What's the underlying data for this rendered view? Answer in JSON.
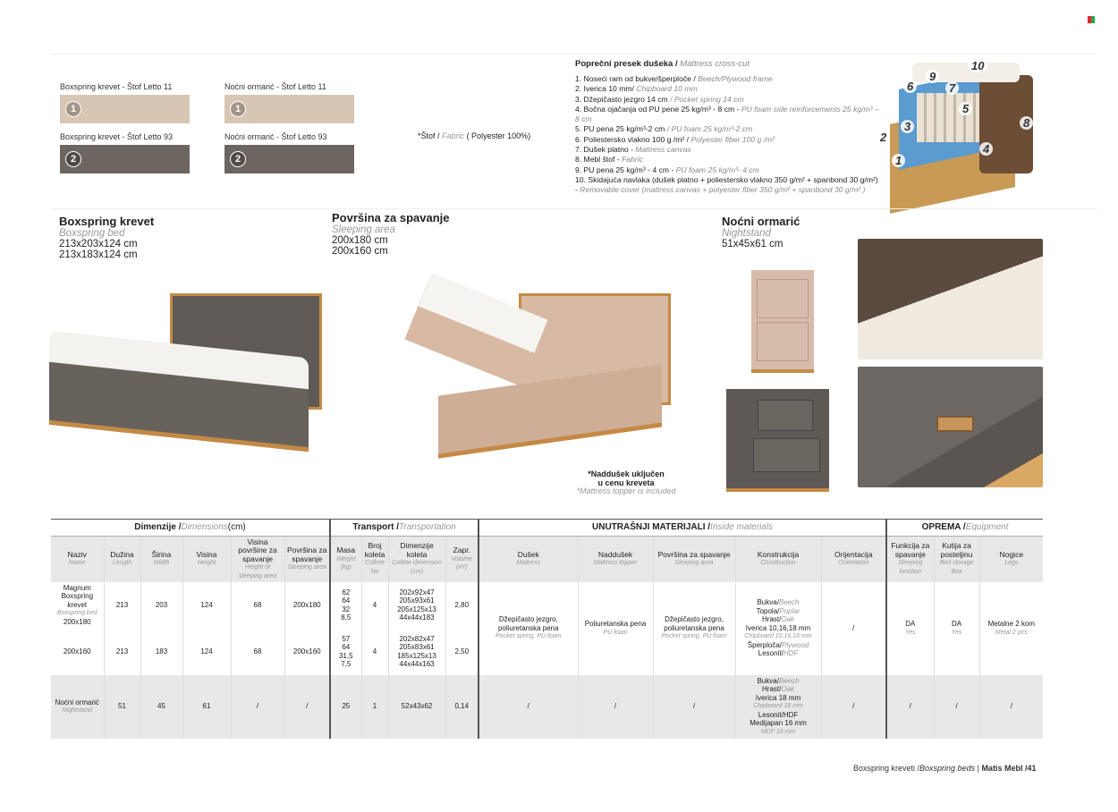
{
  "swatches": [
    {
      "label": "Boxspring krevet - Štof Letto 11",
      "num": "1",
      "color": "#d8c6b4"
    },
    {
      "label": "Noćni ormarić - Štof Letto 11",
      "num": "1",
      "color": "#d8c6b4"
    },
    {
      "label": "Boxspring krevet - Štof Letto 93",
      "num": "2",
      "color": "#6d6560"
    },
    {
      "label": "Noćni ormarić - Štof Letto 93",
      "num": "2",
      "color": "#6d6560"
    }
  ],
  "fabric_note": {
    "sr": "*Štof /",
    "en": "Fabric",
    "extra": "( Polyester 100%)"
  },
  "cross_section": {
    "title": "Poprečni presek dušeka /",
    "title_en": "Mattress cross-cut",
    "items": [
      {
        "sr": "1. Noseći ram od bukve/šperploče /",
        "en": "Beech/Plywood frame"
      },
      {
        "sr": "2. Iverica 10 mm/",
        "en": "Chipboard 10 mm"
      },
      {
        "sr": "3. Džepičasto jezgro 14 cm",
        "en": "/ Pocket spring 14 cm"
      },
      {
        "sr": "4. Bočna ojačanja od PU pene 25 kg/m³ - 8 cm -",
        "en": "PU foam side reinforcements 25 kg/m³ – 8 cm"
      },
      {
        "sr": "5. PU pena 25 kg/m³-2 cm",
        "en": "/ PU foam 25 kg/m³-2 cm"
      },
      {
        "sr": "6. Poliestersko vlakno 100 g /m² /",
        "en": "Polyester fiber 100 g /m²"
      },
      {
        "sr": "7. Dušek platno -",
        "en": "Mattress canvas"
      },
      {
        "sr": "8. Mebl štof -",
        "en": "Fabric"
      },
      {
        "sr": "9. PU pena 25 kg/m³ - 4 cm -",
        "en": "PU foam 25 kg/m³- 4 cm"
      },
      {
        "sr": "10. Skidajuća navlaka (dušek platno + poliestersko vlakno 350 g/m² + spanbond 30 g/m²) -",
        "en": "Removable cover (mattress canvas + polyester fiber 350 g/m² + spanbond 30 g/m² )"
      }
    ],
    "diagram_numbers": [
      "1",
      "2",
      "3",
      "4",
      "5",
      "6",
      "7",
      "8",
      "9",
      "10"
    ]
  },
  "products": {
    "bed": {
      "title": "Boxspring krevet",
      "sub": "Boxspring bed",
      "dims": [
        "213x203x124 cm",
        "213x183x124 cm"
      ]
    },
    "sleep": {
      "title": "Površina za spavanje",
      "sub": "Sleeping area",
      "dims": [
        "200x180 cm",
        "200x160 cm"
      ]
    },
    "night": {
      "title": "Noćni ormarić",
      "sub": "Nightstand",
      "dims": [
        "51x45x61 cm"
      ]
    }
  },
  "topper_note": {
    "line1": "*Naddušek uključen",
    "line2": "u cenu kreveta",
    "en": "*Mattress topper is included"
  },
  "table": {
    "groups": [
      {
        "sr": "Dimenzije /",
        "en": "Dimensions",
        "extra": "(cm)",
        "span": 6
      },
      {
        "sr": "Transport /",
        "en": "Transportation",
        "extra": "",
        "span": 4
      },
      {
        "sr": "UNUTRAŠNJI MATERIJALI /",
        "en": "Inside materials",
        "extra": "",
        "span": 5
      },
      {
        "sr": "OPREMA /",
        "en": "Equipment",
        "extra": "",
        "span": 3
      }
    ],
    "headers": [
      {
        "sr": "Naziv",
        "en": "Name"
      },
      {
        "sr": "Dužina",
        "en": "Length"
      },
      {
        "sr": "Širina",
        "en": "Width"
      },
      {
        "sr": "Visina",
        "en": "Height"
      },
      {
        "sr": "Visina površine za spavanje",
        "en": "Height of sleeping area"
      },
      {
        "sr": "Površina za spavanje",
        "en": "Sleeping area"
      },
      {
        "sr": "Masa",
        "en": "Weight (kg)"
      },
      {
        "sr": "Broj koleta",
        "en": "Collete No"
      },
      {
        "sr": "Dimenzije koleta",
        "en": "Collete dimension (cm)"
      },
      {
        "sr": "Zapr.",
        "en": "Volume (m³)"
      },
      {
        "sr": "Dušek",
        "en": "Mattress"
      },
      {
        "sr": "Naddušek",
        "en": "Mattress topper"
      },
      {
        "sr": "Površina za spavanje",
        "en": "Sleeping area"
      },
      {
        "sr": "Konstrukcija",
        "en": "Construction"
      },
      {
        "sr": "Orijentacija",
        "en": "Orientation"
      },
      {
        "sr": "Funkcija za spavanje",
        "en": "Sleeping function"
      },
      {
        "sr": "Kutija za posteljinu",
        "en": "Bed storage Box"
      },
      {
        "sr": "Nogice",
        "en": "Legs"
      }
    ],
    "bed_name": {
      "sr": "Magnum Boxspring krevet",
      "en": "Boxspring bed"
    },
    "bed_rows": [
      {
        "variant": "200x180",
        "length": "213",
        "width": "203",
        "height": "124",
        "sleep_h": "68",
        "sleep_area": "200x180",
        "weight": "62\n64\n32\n8,5",
        "colli": "4",
        "colli_dim": "202x92x47\n205x93x61\n205x125x13\n44x44x183",
        "volume": "2,80"
      },
      {
        "variant": "200x160",
        "length": "213",
        "width": "183",
        "height": "124",
        "sleep_h": "68",
        "sleep_area": "200x160",
        "weight": "57\n64\n31,5\n7,5",
        "colli": "4",
        "colli_dim": "202x82x47\n205x83x61\n185x125x13\n44x44x163",
        "volume": "2,50"
      }
    ],
    "bed_materials": [
      [
        {
          "t": "Džepičasto jezgro, poliuretanska pena"
        },
        {
          "i": "Pocket spring, PU foam"
        }
      ],
      [
        {
          "t": "Poliuretanska pena"
        },
        {
          "i": "PU foam"
        }
      ],
      [
        {
          "t": "Džepičasto jezgro, poliuretanska pena"
        },
        {
          "i": "Pocket spring, PU foam"
        }
      ],
      [
        {
          "t": "Bukva/"
        },
        {
          "ii": "Beech"
        },
        {
          "t": "Topola/"
        },
        {
          "ii": "Poplar"
        },
        {
          "t": "Hrast/"
        },
        {
          "ii": "Oak"
        },
        {
          "t": "Iverica 10,16,18 mm"
        },
        {
          "i": "Chipboard 10,16,18 mm"
        },
        {
          "t": "Šperploča/"
        },
        {
          "ii": "Plywood"
        },
        {
          "t": "Lesonit/"
        },
        {
          "ii": "HDF"
        }
      ],
      [
        {
          "t": "/"
        }
      ],
      [
        {
          "t": "DA"
        },
        {
          "i": "Yes"
        }
      ],
      [
        {
          "t": "DA"
        },
        {
          "i": "Yes"
        }
      ],
      [
        {
          "t": "Metalne 2 kom"
        },
        {
          "i": "Metal 2 pcs"
        }
      ]
    ],
    "night_row": {
      "name": "Noćni ormarić",
      "name_en": "Nightstand",
      "cells": [
        "51",
        "45",
        "61",
        "/",
        "/",
        "25",
        "1",
        "52x43x62",
        "0,14",
        "/",
        "/",
        "/"
      ],
      "construction": [
        {
          "t": "Bukva/"
        },
        {
          "ii": "Beech"
        },
        {
          "t": "Hrast/"
        },
        {
          "ii": "Oak"
        },
        {
          "t": "Iverica 18 mm"
        },
        {
          "i": "Chipboard 18 mm"
        },
        {
          "t": "Lesonit/HDF"
        },
        {
          "t": "Medijapan 16 mm"
        },
        {
          "i": "MDF 16 mm"
        }
      ],
      "rest": [
        "/",
        "/",
        "/",
        "/"
      ]
    }
  },
  "footer": {
    "text": "Boxspring kreveti /",
    "text_en": "Boxspring beds",
    "brand": "Matis Mebl",
    "page": "/41"
  }
}
